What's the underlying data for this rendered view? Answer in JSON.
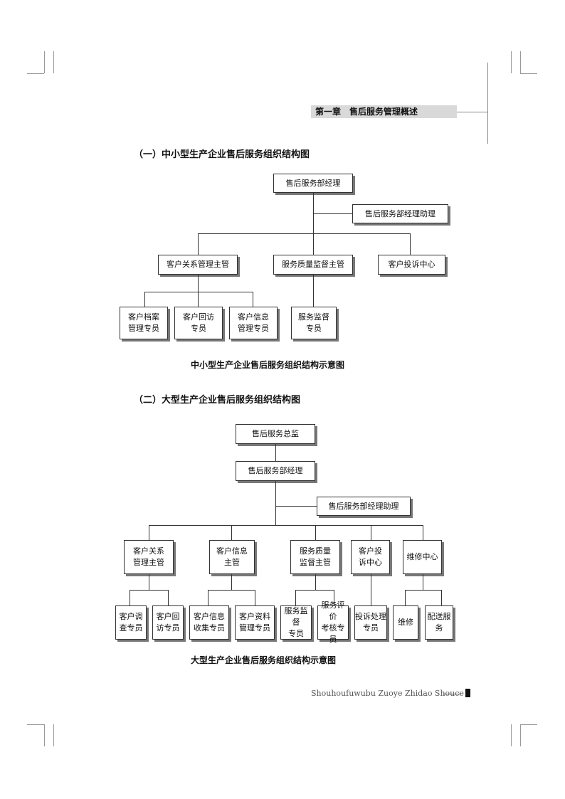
{
  "header": {
    "chapter_title": "第一章　售后服务管理概述"
  },
  "figure1": {
    "section_title": "（一）中小型生产企业售后服务组织结构图",
    "top": "售后服务部经理",
    "assistant": "售后服务部经理助理",
    "level2": [
      "客户关系管理主管",
      "服务质量监督主管",
      "客户投诉中心"
    ],
    "level3": [
      "客户档案\n管理专员",
      "客户回访\n专员",
      "客户信息\n管理专员",
      "服务监督\n专员"
    ],
    "caption": "中小型生产企业售后服务组织结构示意图"
  },
  "figure2": {
    "section_title": "（二）大型生产企业售后服务组织结构图",
    "top": "售后服务总监",
    "manager": "售后服务部经理",
    "assistant": "售后服务部经理助理",
    "level2": [
      "客户关系\n管理主管",
      "客户信息\n主管",
      "服务质量\n监督主管",
      "客户投\n诉中心",
      "维修中心"
    ],
    "level3": [
      "客户调\n查专员",
      "客户回\n访专员",
      "客户信息\n收集专员",
      "客户资料\n管理专员",
      "服务监督\n专员",
      "服务评价\n考核专员",
      "投诉处理\n专员",
      "维修",
      "配送服务"
    ],
    "caption": "大型生产企业售后服务组织结构示意图"
  },
  "footer": {
    "running_title": "Shouhoufuwubu Zuoye Zhidao Shouce"
  }
}
